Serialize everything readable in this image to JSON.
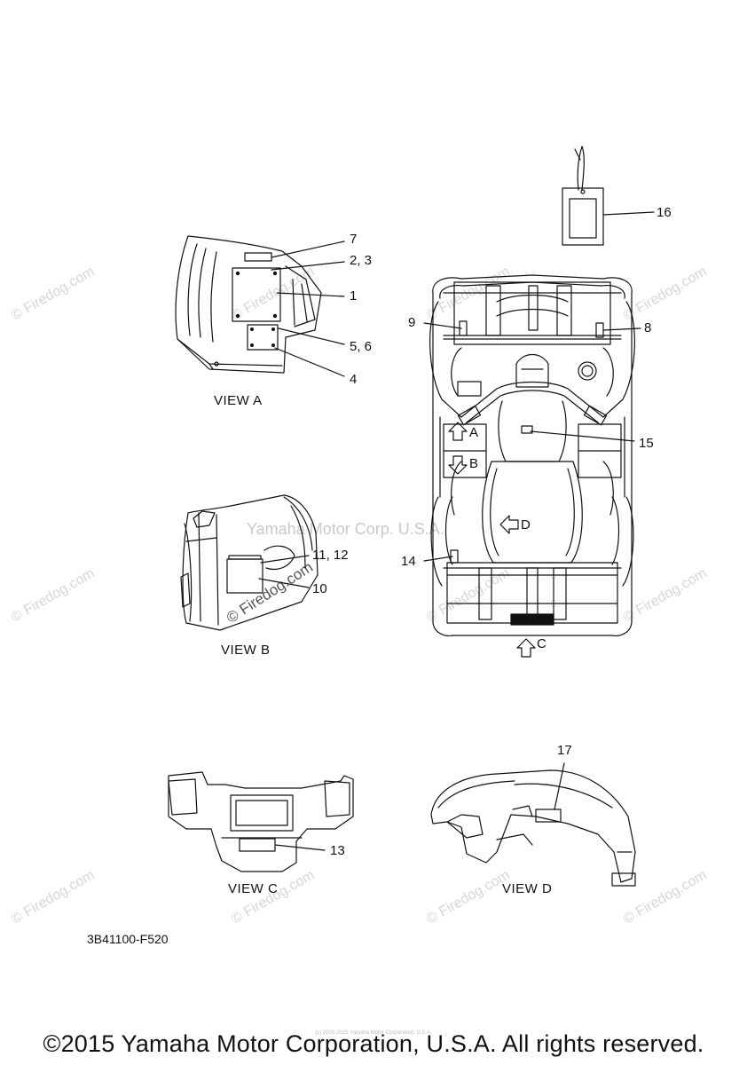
{
  "diagram": {
    "part_code": "3B41100-F520",
    "copyright": "©2015 Yamaha Motor Corporation, U.S.A. All rights reserved.",
    "copyright_small": "(c) 2000-2015 Yamaha Motor Corporation, U.S.A.",
    "views": {
      "a": "VIEW A",
      "b": "VIEW B",
      "c": "VIEW C",
      "d": "VIEW D"
    },
    "callouts": {
      "c7": "7",
      "c2_3": "2, 3",
      "c1": "1",
      "c5_6": "5, 6",
      "c4": "4",
      "c16": "16",
      "c9": "9",
      "c8": "8",
      "c15": "15",
      "c11_12": "11, 12",
      "c10": "10",
      "c14": "14",
      "c13": "13",
      "c17": "17"
    },
    "view_arrows": {
      "a": "A",
      "b": "B",
      "c": "C",
      "d": "D"
    }
  },
  "watermarks": {
    "firedog": "© Firedog.com",
    "center": "Yamaha Motor Corp. U.S.A.",
    "diag": "© Firedog.com"
  }
}
